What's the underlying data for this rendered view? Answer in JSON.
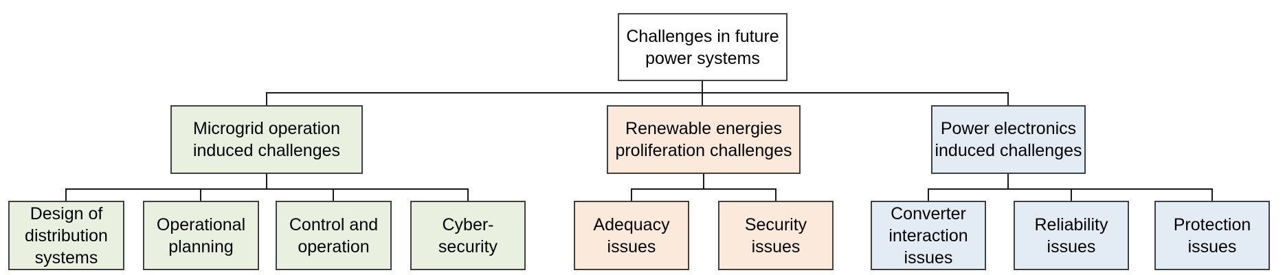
{
  "title": "Challenges in future power systems diagram",
  "root": {
    "lines": [
      "Challenges in future",
      "power systems"
    ]
  },
  "branches": [
    {
      "id": "microgrid",
      "lines": [
        "Microgrid operation",
        "induced challenges"
      ],
      "children": [
        {
          "lines": [
            "Design of",
            "distribution",
            "systems"
          ]
        },
        {
          "lines": [
            "Operational",
            "planning"
          ]
        },
        {
          "lines": [
            "Control and",
            "operation"
          ]
        },
        {
          "lines": [
            "Cyber-",
            "security"
          ]
        }
      ]
    },
    {
      "id": "renewable-energies",
      "lines": [
        "Renewable energies",
        "proliferation challenges"
      ],
      "children": [
        {
          "lines": [
            "Adequacy",
            "issues"
          ]
        },
        {
          "lines": [
            "Security",
            "issues"
          ]
        }
      ]
    },
    {
      "id": "power-electronics",
      "lines": [
        "Power electronics",
        "induced challenges"
      ],
      "children": [
        {
          "lines": [
            "Converter",
            "interaction",
            "issues"
          ]
        },
        {
          "lines": [
            "Reliability",
            "issues"
          ]
        },
        {
          "lines": [
            "Protection",
            "issues"
          ]
        }
      ]
    }
  ],
  "colors": {
    "root_fill": "#ffffff",
    "microgrid_fill": "#e9f0e0",
    "renewable_fill": "#fbe9dc",
    "power_fill": "#e3ebf5",
    "border": "#404040",
    "connector": "#1a1a1a"
  }
}
